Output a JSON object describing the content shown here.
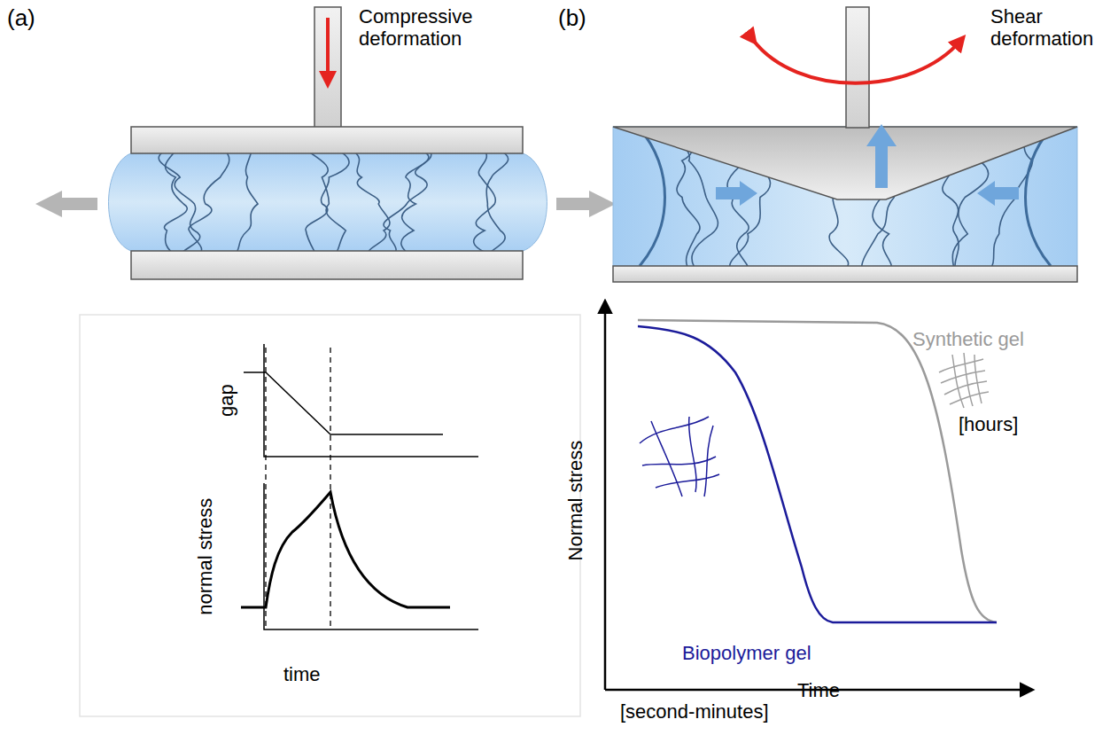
{
  "diagram": {
    "labels": [
      "(a)",
      "(b)",
      "Compressive deformation",
      "Shear deformation",
      "gap",
      "normal stress",
      "time",
      "Normal stress",
      "Time",
      "Synthetic gel",
      "[hours]",
      "Biopolymer gel",
      "[second-minutes]"
    ]
  }
}
